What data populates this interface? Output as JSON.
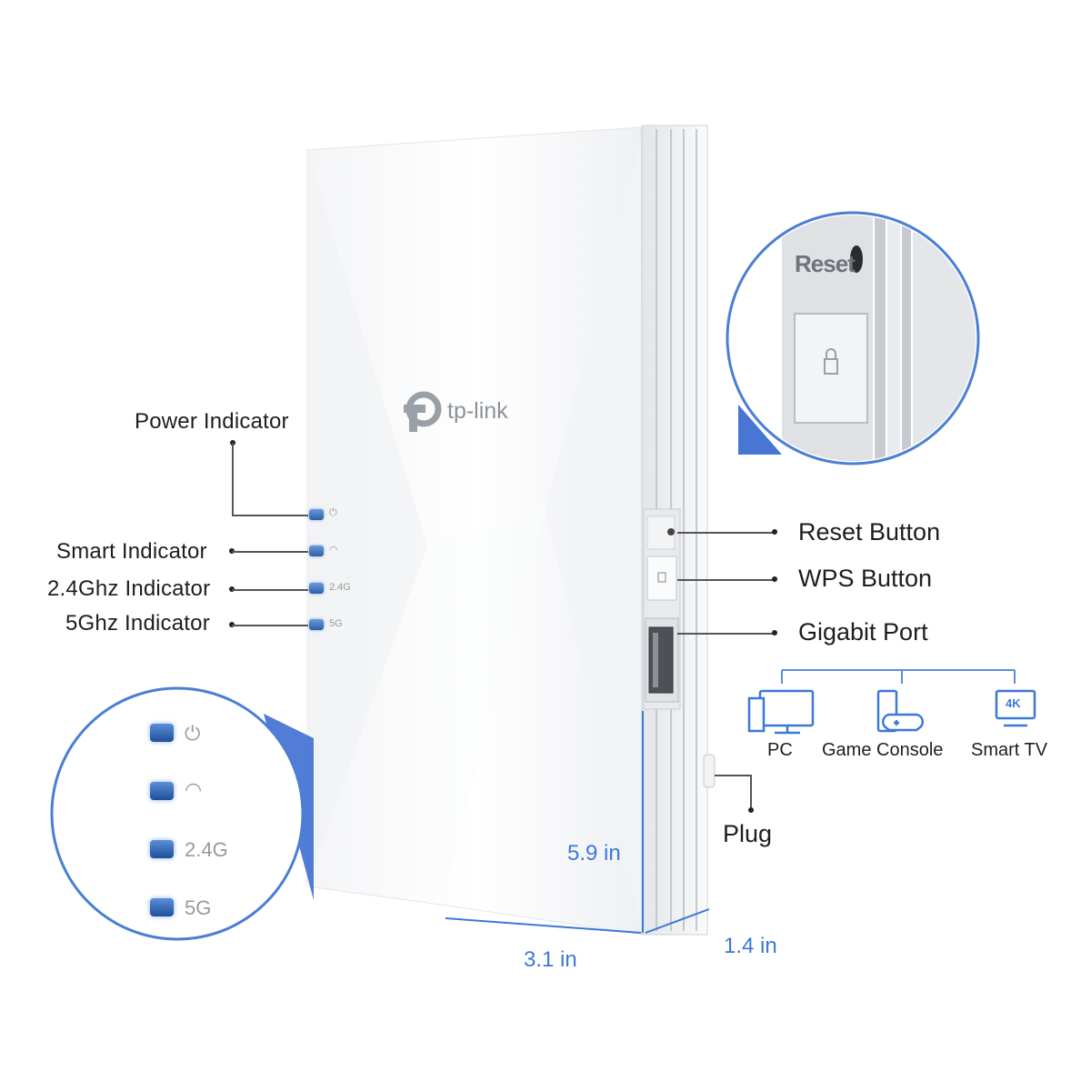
{
  "brand": {
    "logo_text": "tp-link"
  },
  "indicators": {
    "power": "Power Indicator",
    "smart": "Smart Indicator",
    "band24": "2.4Ghz Indicator",
    "band5": "5Ghz Indicator"
  },
  "led_labels": {
    "band24": "2.4G",
    "band5": "5G"
  },
  "buttons": {
    "reset": "Reset Button",
    "wps": "WPS Button",
    "port": "Gigabit Port",
    "plug": "Plug"
  },
  "zoom_reset_text": "Reset",
  "devices": [
    {
      "label": "PC",
      "icon": "pc-icon"
    },
    {
      "label": "Game Console",
      "icon": "game-console-icon"
    },
    {
      "label": "Smart TV",
      "icon": "smart-tv-icon",
      "badge": "4K"
    }
  ],
  "dimensions": {
    "height": "5.9 in",
    "width": "3.1 in",
    "depth": "1.4 in"
  },
  "colors": {
    "accent": "#3c78d8",
    "circle_border": "#4a7fd4",
    "wedge": "#3f6fd1"
  }
}
